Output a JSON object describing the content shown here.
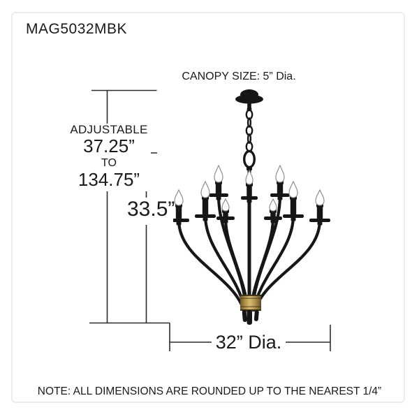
{
  "title": "MAG5032MBK",
  "diagram": {
    "canopy_label": "CANOPY SIZE: 5” Dia.",
    "adjustable_label": "ADJUSTABLE",
    "height_min": "37.25”",
    "range_separator": "TO",
    "height_max": "134.75”",
    "fixture_height": "33.5”",
    "fixture_diameter": "32” Dia."
  },
  "note": "NOTE: ALL DIMENSIONS ARE ROUNDED UP TO THE NEAREST 1/4”",
  "colors": {
    "fixture_black": "#161616",
    "accent_gold": "#d8ba6c",
    "dimension_line": "#2b2b2b",
    "bulb_outline": "#8f8f8f",
    "text": "#1a1a1a",
    "frame_border": "#ededed",
    "background": "#ffffff"
  }
}
